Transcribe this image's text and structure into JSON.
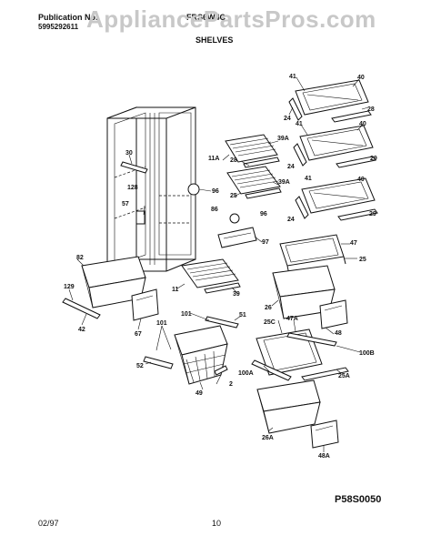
{
  "header": {
    "pub_label": "Publication No.",
    "pub_number": "5995292611",
    "model": "FRS6W4C",
    "section": "SHELVES"
  },
  "watermark": "AppliancePartsPros.com",
  "footer": {
    "date": "02/97",
    "page": "10",
    "diagram_code": "P58S0050"
  },
  "part_labels": [
    "41",
    "40",
    "24",
    "28",
    "41",
    "40",
    "24",
    "29",
    "41",
    "40",
    "24",
    "29",
    "30",
    "39A",
    "11A",
    "28",
    "96",
    "25",
    "39A",
    "57",
    "86",
    "96",
    "97",
    "47",
    "25",
    "82",
    "11",
    "39",
    "129",
    "26",
    "25C",
    "47A",
    "101",
    "51",
    "48",
    "42",
    "67",
    "100B",
    "101",
    "52",
    "49",
    "2",
    "100A",
    "25A",
    "26A",
    "48A",
    "128"
  ]
}
